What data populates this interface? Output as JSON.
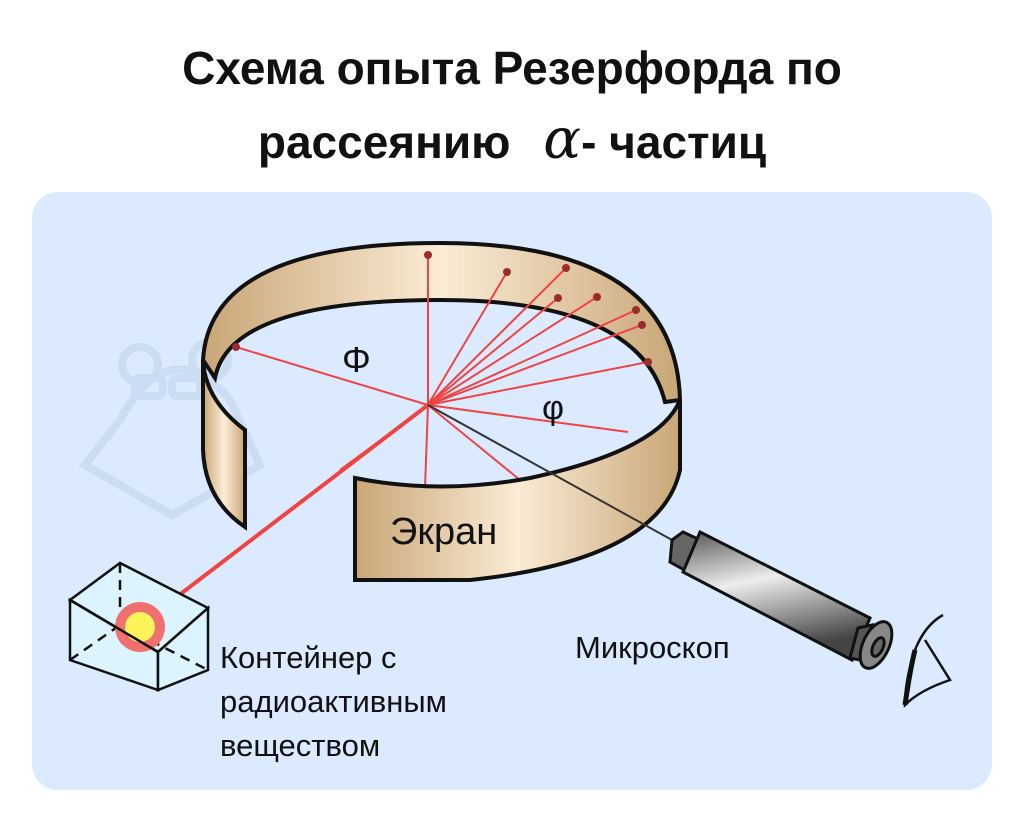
{
  "title": {
    "line1": "Схема опыта Резерфорда по",
    "line2_a": "рассеянию",
    "alpha": "α",
    "line2_b": "- частиц"
  },
  "labels": {
    "screen": "Экран",
    "phi_big": "Φ",
    "phi_small": "φ",
    "container_1": "Контейнер с",
    "container_2": "радиоактивным",
    "container_3": "веществом",
    "microscope": "Микроскоп"
  },
  "colors": {
    "panel": "#dbeafe",
    "screen": "#d4b48a",
    "ray": "#ef4444",
    "dot": "#9b2c2c"
  }
}
